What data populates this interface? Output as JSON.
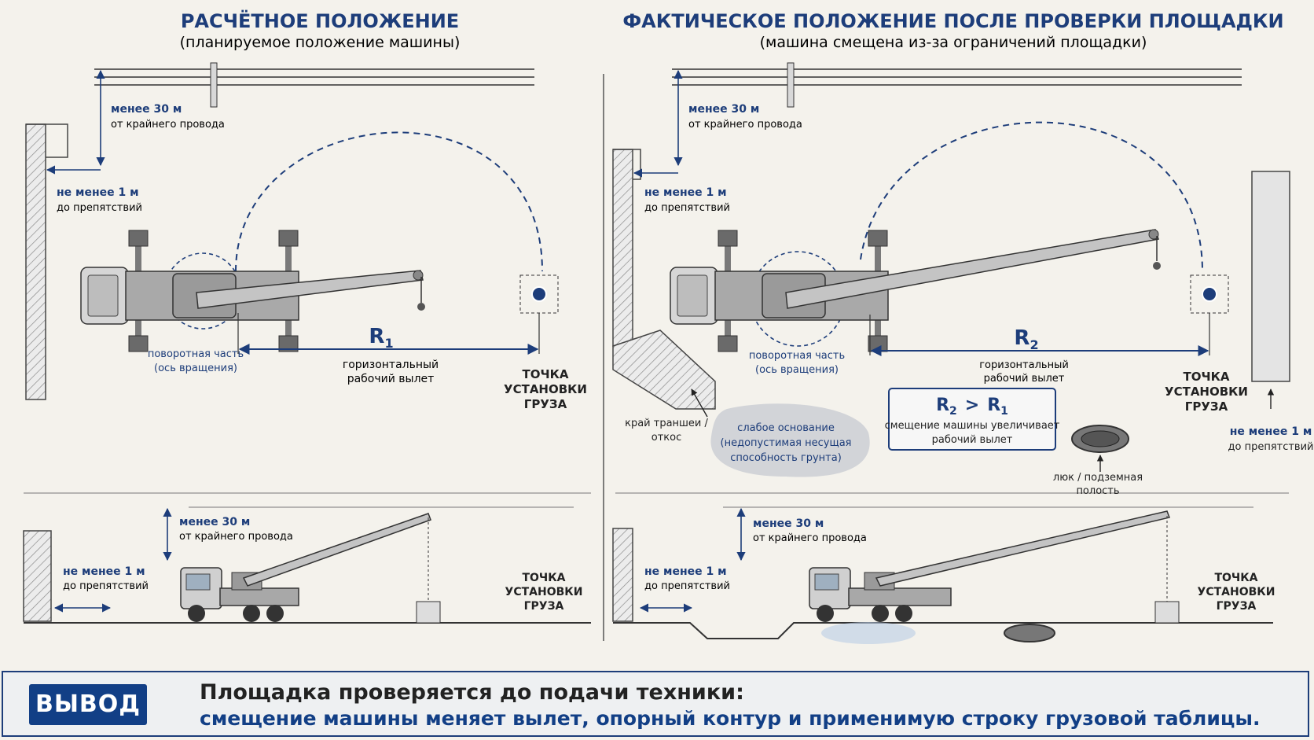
{
  "left": {
    "title": "РАСЧЁТНОЕ ПОЛОЖЕНИЕ",
    "subtitle": "(планируемое положение машины)",
    "wire_dist_1": "менее 30 м",
    "wire_dist_2": "от крайнего провода",
    "obst_1": "не менее 1 м",
    "obst_2": "до препятствий",
    "pivot_1": "поворотная часть",
    "pivot_2": "(ось вращения)",
    "radius_main": "R",
    "radius_sub": "1",
    "reach_1": "горизонтальный",
    "reach_2": "рабочий вылет",
    "load_1": "ТОЧКА",
    "load_2": "УСТАНОВКИ",
    "load_3": "ГРУЗА"
  },
  "right": {
    "title": "ФАКТИЧЕСКОЕ ПОЛОЖЕНИЕ ПОСЛЕ ПРОВЕРКИ ПЛОЩАДКИ",
    "subtitle": "(машина смещена из-за ограничений площадки)",
    "wire_dist_1": "менее 30 м",
    "wire_dist_2": "от крайнего провода",
    "obst_1": "не менее 1 м",
    "obst_2": "до препятствий",
    "pivot_1": "поворотная часть",
    "pivot_2": "(ось вращения)",
    "radius_main": "R",
    "radius_sub": "2",
    "reach_1": "горизонтальный",
    "reach_2": "рабочий вылет",
    "load_1": "ТОЧКА",
    "load_2": "УСТАНОВКИ",
    "load_3": "ГРУЗА",
    "trench_1": "край траншеи /",
    "trench_2": "откос",
    "weak_1": "слабое основание",
    "weak_2": "(недопустимая несущая",
    "weak_3": "способность грунта)",
    "compare_r2": "R",
    "compare_r2_sub": "2",
    "compare_op": ">",
    "compare_r1": "R",
    "compare_r1_sub": "1",
    "compare_1": "смещение машины увеличивает",
    "compare_2": "рабочий вылет",
    "right_obst_1": "не менее 1 м",
    "right_obst_2": "до препятствий",
    "hatch_1": "люк / подземная",
    "hatch_2": "полость"
  },
  "left_side": {
    "wire_dist_1": "менее 30 м",
    "wire_dist_2": "от крайнего провода",
    "obst_1": "не менее 1 м",
    "obst_2": "до препятствий",
    "load_1": "ТОЧКА",
    "load_2": "УСТАНОВКИ",
    "load_3": "ГРУЗА"
  },
  "right_side": {
    "wire_dist_1": "менее 30 м",
    "wire_dist_2": "от крайнего провода",
    "obst_1": "не менее 1 м",
    "obst_2": "до препятствий",
    "load_1": "ТОЧКА",
    "load_2": "УСТАНОВКИ",
    "load_3": "ГРУЗА"
  },
  "conclusion": {
    "badge": "ВЫВОД",
    "line1": "Площадка проверяется до подачи техники:",
    "line2": "смещение машины меняет вылет, опорный контур и применимую строку грузовой таблицы."
  },
  "colors": {
    "navy": "#1d3d7a",
    "badge": "#123f86",
    "crane": "#8f8f8f",
    "background": "#f4f2ec"
  }
}
